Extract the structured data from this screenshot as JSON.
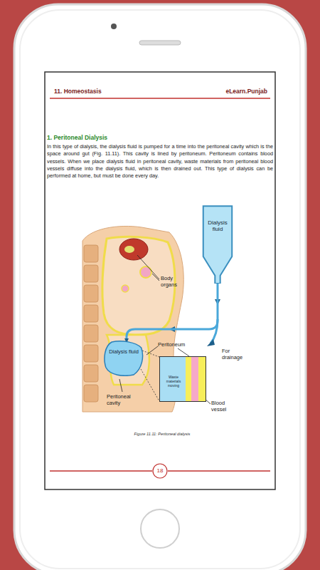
{
  "diagram": {
    "title": "1. Peritoneal Dialysis",
    "caption": "Figure 11.11: Peritoneal dialysis",
    "nodes": [
      {
        "text": [
          "Dialysis fluid"
        ]
      },
      {
        "text": [
          "Dialysis fluid"
        ]
      },
      {
        "text": [
          "Waste materials moving"
        ]
      }
    ],
    "edges": [
      {
        "from": 0,
        "to": 1,
        "arrow": "to"
      },
      {
        "from": 1,
        "to": 2,
        "arrow": "none"
      }
    ],
    "labels": [
      "11. Homeostasis",
      "eLearn.Punjab",
      "In this type of dialysis, the dialysis fluid is pumped for a time into the peritoneal cavity which is the space around gut (Fig. 11.11). This cavity is lined by peritoneum. Peritoneum contains blood vessels. When we place dialysis fluid in peritoneal cavity, waste materials from peritoneal blood vessels diffuse into the dialysis fluid, which is then drained out. This type of dialysis can be performed at home, but must be done every day.",
      "Body organs",
      "Peritoneum",
      "For drainage",
      "Peritoneal cavity",
      "Blood vessel",
      "18"
    ]
  }
}
